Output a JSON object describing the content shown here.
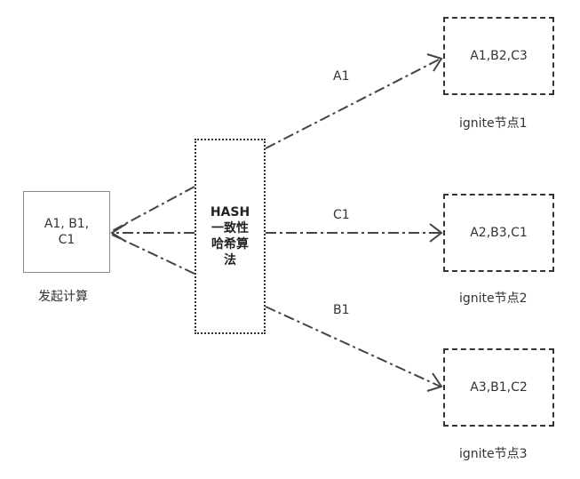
{
  "source": {
    "lines": [
      "A1, B1,",
      "C1"
    ],
    "caption": "发起计算"
  },
  "hash": {
    "lines": [
      "HASH",
      "一致性",
      "哈希算",
      "法"
    ]
  },
  "nodes": [
    {
      "content": "A1,B2,C3",
      "caption": "ignite节点1"
    },
    {
      "content": "A2,B3,C1",
      "caption": "ignite节点2"
    },
    {
      "content": "A3,B1,C2",
      "caption": "ignite节点3"
    }
  ],
  "edges": [
    {
      "label": "A1"
    },
    {
      "label": "C1"
    },
    {
      "label": "B1"
    }
  ]
}
